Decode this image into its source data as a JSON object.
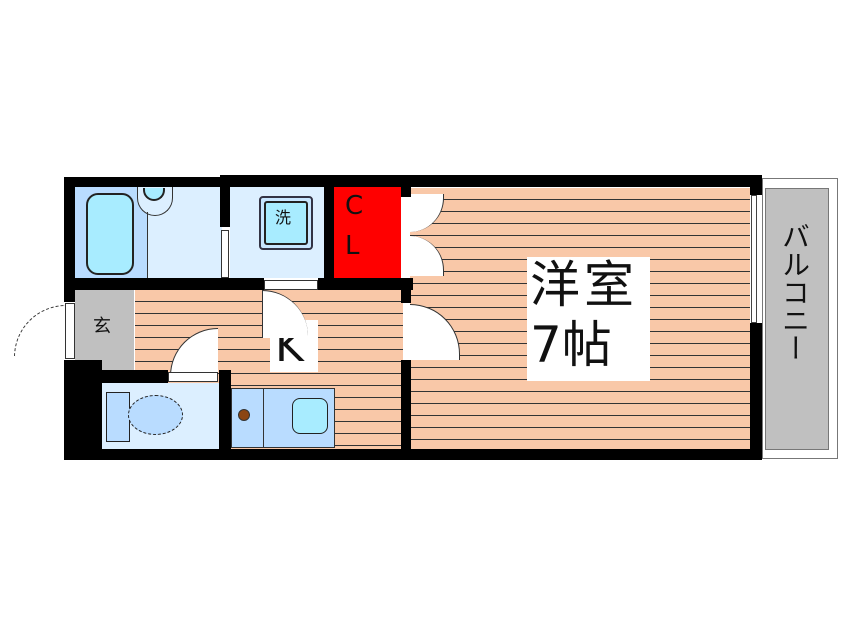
{
  "plan": {
    "bath": {
      "label": ""
    },
    "washroom": {
      "label": "洗"
    },
    "closet": {
      "label_line1": "C",
      "label_line2": "L"
    },
    "entrance": {
      "label": "玄"
    },
    "kitchen": {
      "label": "K"
    },
    "western_room": {
      "label_line1": "洋室",
      "label_line2": "7帖"
    },
    "balcony": {
      "label": "バルコニー"
    }
  },
  "colors": {
    "wall": "#000000",
    "floor": "#f9c8a8",
    "wet_area": "#dcefff",
    "fixture": "#a8ecff",
    "closet": "#ff0000",
    "entrance": "#c0c0c0",
    "balcony": "#c0c0c0"
  }
}
